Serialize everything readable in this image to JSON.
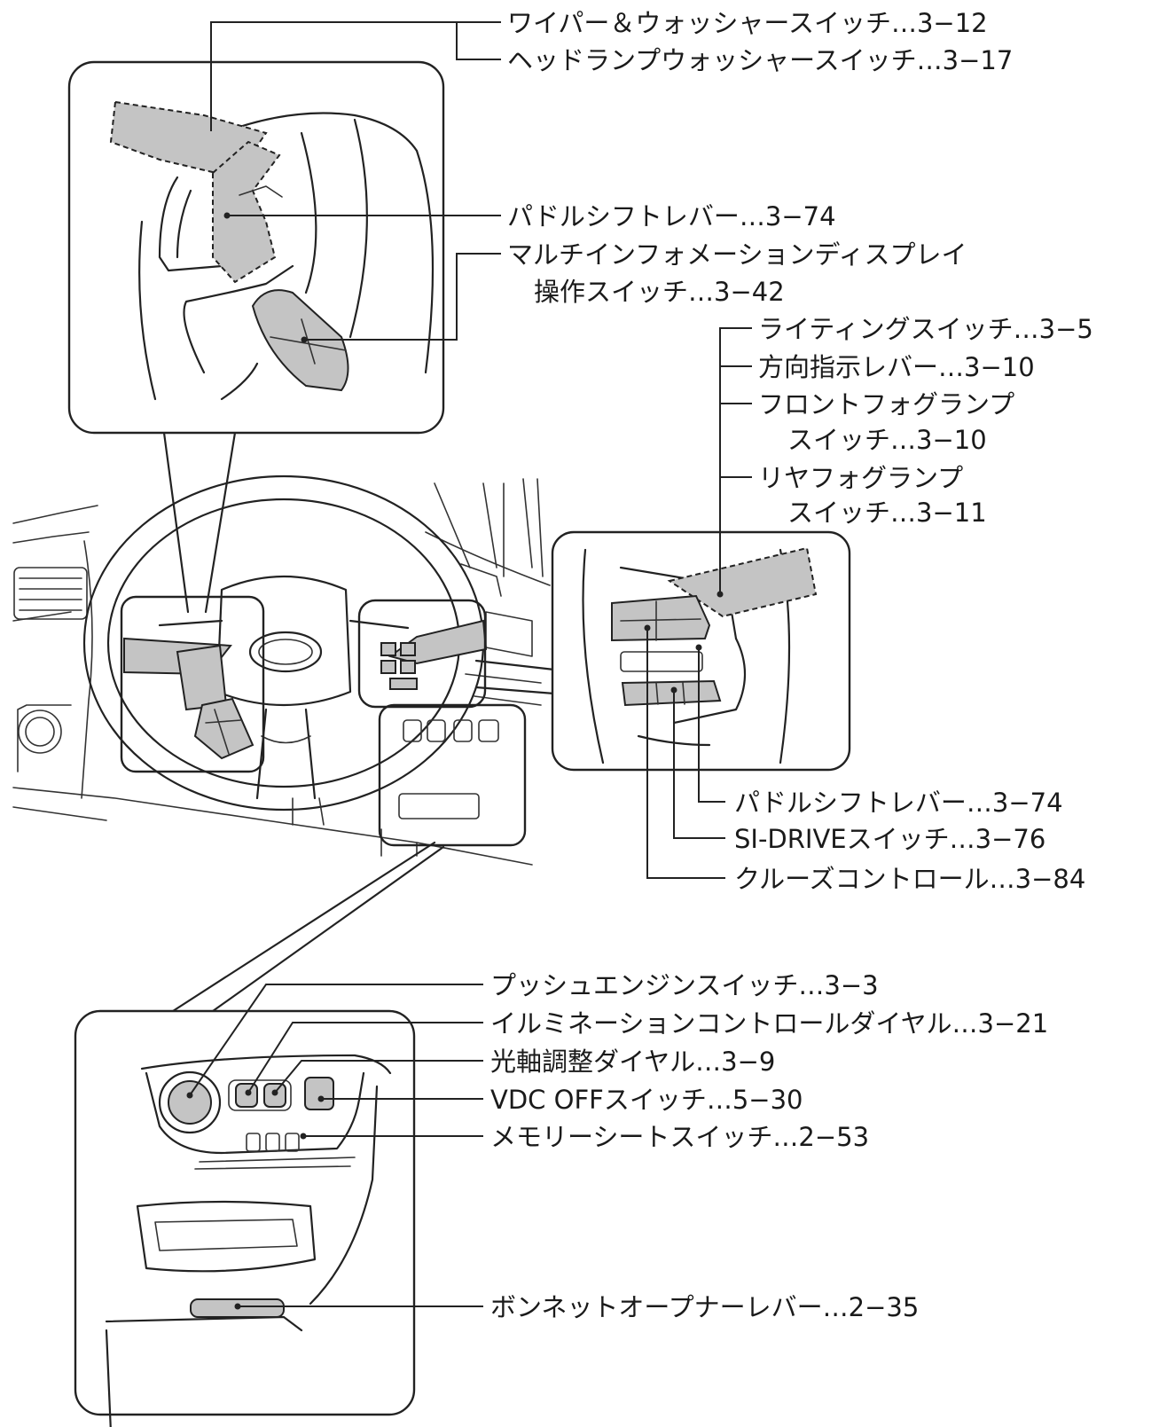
{
  "labels": {
    "wiper_washer": "ワイパー＆ウォッシャースイッチ…3−12",
    "headlamp_washer": "ヘッドランプウォッシャースイッチ…3−17",
    "paddle_shift_top": "パドルシフトレバー…3−74",
    "mid_line1": "マルチインフォメーションディスプレイ",
    "mid_line2": "操作スイッチ…3−42",
    "lighting_switch": "ライティングスイッチ…3−5",
    "turn_signal": "方向指示レバー…3−10",
    "front_fog_line1": "フロントフォグランプ",
    "front_fog_line2": "スイッチ…3−10",
    "rear_fog_line1": "リヤフォグランプ",
    "rear_fog_line2": "スイッチ…3−11",
    "paddle_shift_right": "パドルシフトレバー…3−74",
    "si_drive": "SI-DRIVEスイッチ…3−76",
    "cruise_control": "クルーズコントロール…3−84",
    "push_engine": "プッシュエンジンスイッチ…3−3",
    "illumination_dial": "イルミネーションコントロールダイヤル…3−21",
    "beam_level_dial": "光軸調整ダイヤル…3−9",
    "vdc_off": "VDC OFFスイッチ…5−30",
    "memory_seat": "メモリーシートスイッチ…2−53",
    "bonnet_opener": "ボンネットオープナーレバー…2−35"
  }
}
